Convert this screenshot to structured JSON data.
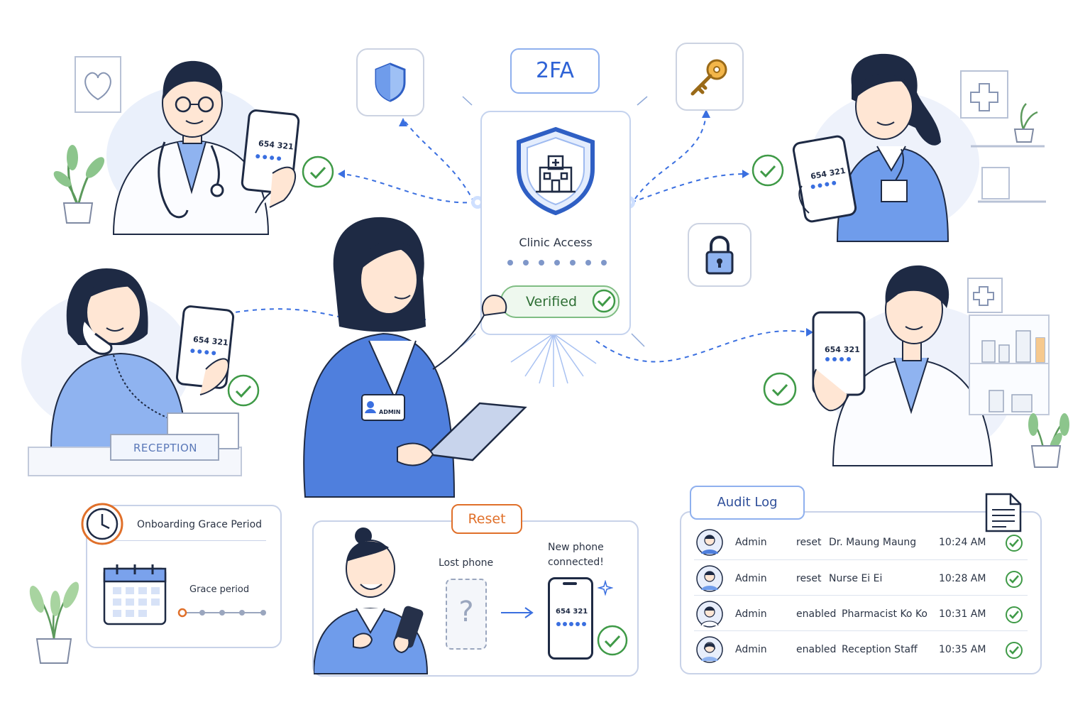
{
  "header": {
    "badge": "2FA"
  },
  "center_card": {
    "title": "Clinic Access",
    "status": "Verified"
  },
  "staff": {
    "doctor": {
      "otp": "654 321",
      "verified": true
    },
    "receptionist": {
      "otp": "654 321",
      "desk_label": "RECEPTION",
      "verified": true
    },
    "nurse": {
      "otp": "654 321",
      "verified": true
    },
    "pharmacist": {
      "otp": "654 321",
      "verified": true
    },
    "admin": {
      "badge": "ADMIN"
    }
  },
  "grace_panel": {
    "title": "Onboarding Grace Period",
    "label": "Grace period",
    "progress_steps": 5,
    "current_step": 1
  },
  "reset_panel": {
    "tab": "Reset",
    "lost_label": "Lost phone",
    "new_label_line1": "New phone",
    "new_label_line2": "connected!",
    "otp": "654 321",
    "lost_symbol": "?"
  },
  "audit_log": {
    "tab": "Audit Log",
    "rows": [
      {
        "actor": "Admin",
        "action": "reset",
        "target": "Dr. Maung Maung",
        "time": "10:24 AM"
      },
      {
        "actor": "Admin",
        "action": "reset",
        "target": "Nurse Ei Ei",
        "time": "10:28 AM"
      },
      {
        "actor": "Admin",
        "action": "enabled",
        "target": "Pharmacist Ko Ko",
        "time": "10:31 AM"
      },
      {
        "actor": "Admin",
        "action": "enabled",
        "target": "Reception Staff",
        "time": "10:35 AM"
      }
    ]
  },
  "colors": {
    "accent": "#3a6fe0",
    "success": "#3f9a47",
    "reset": "#e0702a",
    "ink": "#1e2a44",
    "scrub": "#5b86e0"
  },
  "icons": [
    "shield-icon",
    "key-icon",
    "lock-icon",
    "clock-icon",
    "calendar-icon",
    "document-icon",
    "hospital-icon",
    "check-icon"
  ]
}
